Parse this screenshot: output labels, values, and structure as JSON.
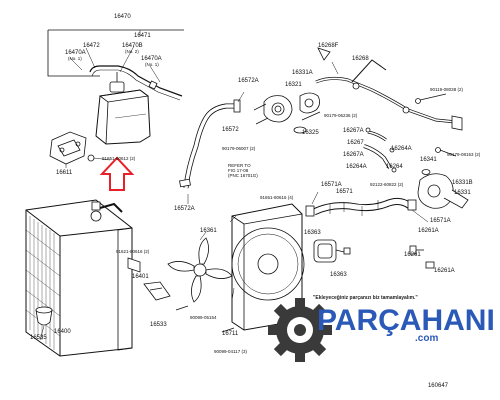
{
  "labels": {
    "l16470": "16470",
    "l16471": "16471",
    "l16472": "16472",
    "l16470A_top": "16470A",
    "l16470B": "16470B",
    "l16470A_right": "16470A",
    "no1_a": "(No. 1)",
    "no2": "(No. 2)",
    "no1_b": "(No. 1)",
    "l16611": "16611",
    "l91651_12": "91651-60612 (2)",
    "l16572A_bottom": "16572A",
    "l16572A_top": "16572A",
    "l16572": "16572",
    "l16321": "16321",
    "l16325": "16325",
    "l16331A": "16331A",
    "l90179_06236": "90179-06236 (2)",
    "l90179_06007": "90179-06007 (2)",
    "l16268F": "16268F",
    "l16268": "16268",
    "l90119_08038": "90119-08038 (2)",
    "l16267A": "16267A",
    "l16267": "16267",
    "l16264A": "16264A",
    "l16267A_b": "16267A",
    "l16264": "16264",
    "l16264A_b": "16264A",
    "l16341": "16341",
    "l90179_08153": "90179-08153 (2)",
    "l16331B": "16331B",
    "l16331": "16331",
    "l16571A_left": "16571A",
    "l16571": "16571",
    "l92122_60822": "92122-60822 (2)",
    "l16571A_right": "16571A",
    "l91651_80616": "91651-80616 (4)",
    "l16261A_top": "16261A",
    "l16261": "16261",
    "l16261A_bottom": "16261A",
    "l16361": "16361",
    "l16363": "16363",
    "l91621_80616": "91621-80616 (2)",
    "l16401": "16401",
    "l16533": "16533",
    "l90099_05154": "90099-05154",
    "l16535": "16535",
    "l16400": "16400",
    "l90099_04117": "90099-04117 (3)",
    "l16711": "16711",
    "l16363_b": "16363"
  },
  "ref_note": {
    "line1": "REFER TO",
    "line2": "FIG 17-08",
    "line3": "(PNC 16701G)"
  },
  "watermark": {
    "slogan": "\"Ekleyeceğiniz parçanızı biz tamamlayalım.\"",
    "brand": "PARÇAHANI",
    "tld": ".com"
  },
  "figure_code": "160647",
  "colors": {
    "line": "#111111",
    "arrow": "#e8202a",
    "brand": "#2a59b8",
    "gear": "#3a3a3a"
  }
}
